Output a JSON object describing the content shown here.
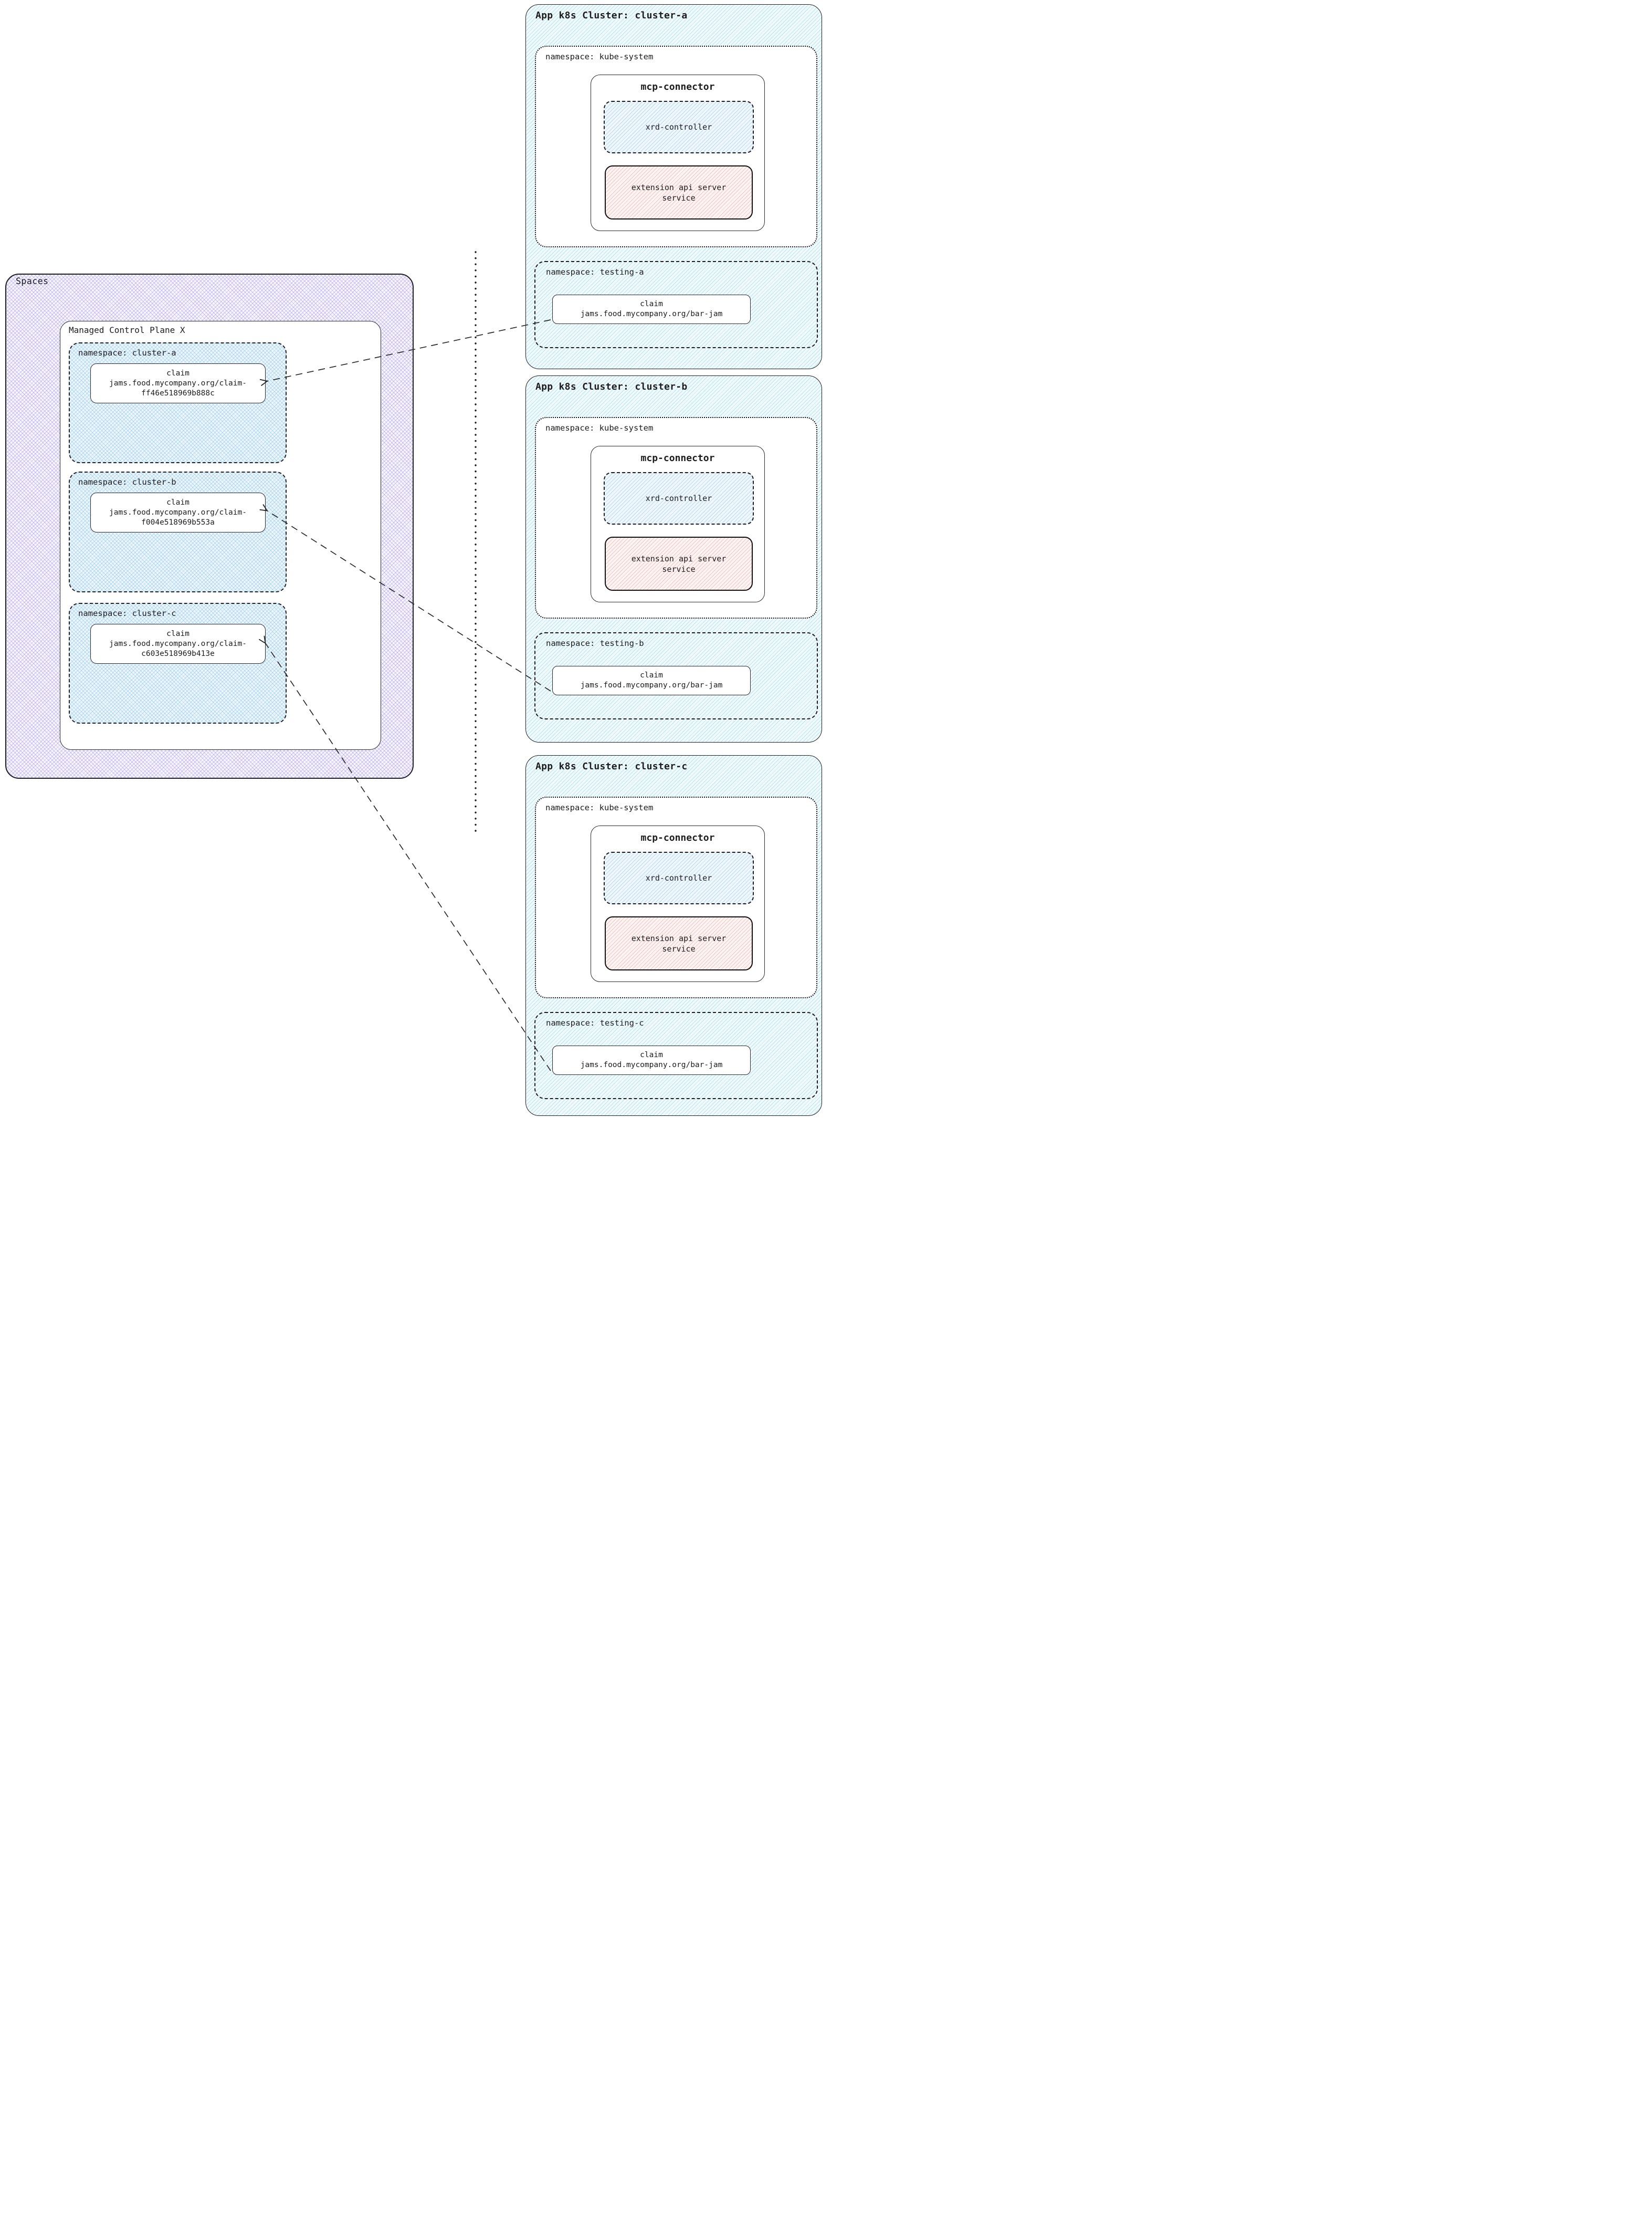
{
  "colors": {
    "border": "#1f1f1f",
    "spaces_hatch": "#8d75ec",
    "namespace_hatch": "#68b5e4",
    "cluster_hatch": "#5dc2e2",
    "xrd_hatch": "#78b4eb",
    "ext_api_hatch": "#e48e88"
  },
  "spaces": {
    "label": "Spaces",
    "control_plane": {
      "label": "Managed Control Plane X",
      "namespaces": [
        {
          "label": "namespace: cluster-a",
          "claim": {
            "title": "claim",
            "line1": "jams.food.mycompany.org/claim-",
            "line2": "ff46e518969b888c"
          }
        },
        {
          "label": "namespace: cluster-b",
          "claim": {
            "title": "claim",
            "line1": "jams.food.mycompany.org/claim-",
            "line2": "f004e518969b553a"
          }
        },
        {
          "label": "namespace: cluster-c",
          "claim": {
            "title": "claim",
            "line1": "jams.food.mycompany.org/claim-",
            "line2": "c603e518969b413e"
          }
        }
      ]
    }
  },
  "clusters": [
    {
      "title": "App k8s Cluster: cluster-a",
      "kube_namespace": {
        "label": "namespace: kube-system",
        "connector": {
          "title": "mcp-connector",
          "xrd": {
            "label": "xrd-controller"
          },
          "ext_api": {
            "line1": "extension api server",
            "line2": "service"
          }
        }
      },
      "testing_namespace": {
        "label": "namespace: testing-a",
        "claim": {
          "title": "claim",
          "line1": "jams.food.mycompany.org/bar-jam"
        }
      }
    },
    {
      "title": "App k8s Cluster: cluster-b",
      "kube_namespace": {
        "label": "namespace: kube-system",
        "connector": {
          "title": "mcp-connector",
          "xrd": {
            "label": "xrd-controller"
          },
          "ext_api": {
            "line1": "extension api server",
            "line2": "service"
          }
        }
      },
      "testing_namespace": {
        "label": "namespace: testing-b",
        "claim": {
          "title": "claim",
          "line1": "jams.food.mycompany.org/bar-jam"
        }
      }
    },
    {
      "title": "App k8s Cluster: cluster-c",
      "kube_namespace": {
        "label": "namespace: kube-system",
        "connector": {
          "title": "mcp-connector",
          "xrd": {
            "label": "xrd-controller"
          },
          "ext_api": {
            "line1": "extension api server",
            "line2": "service"
          }
        }
      },
      "testing_namespace": {
        "label": "namespace: testing-c",
        "claim": {
          "title": "claim",
          "line1": "jams.food.mycompany.org/bar-jam"
        }
      }
    }
  ]
}
